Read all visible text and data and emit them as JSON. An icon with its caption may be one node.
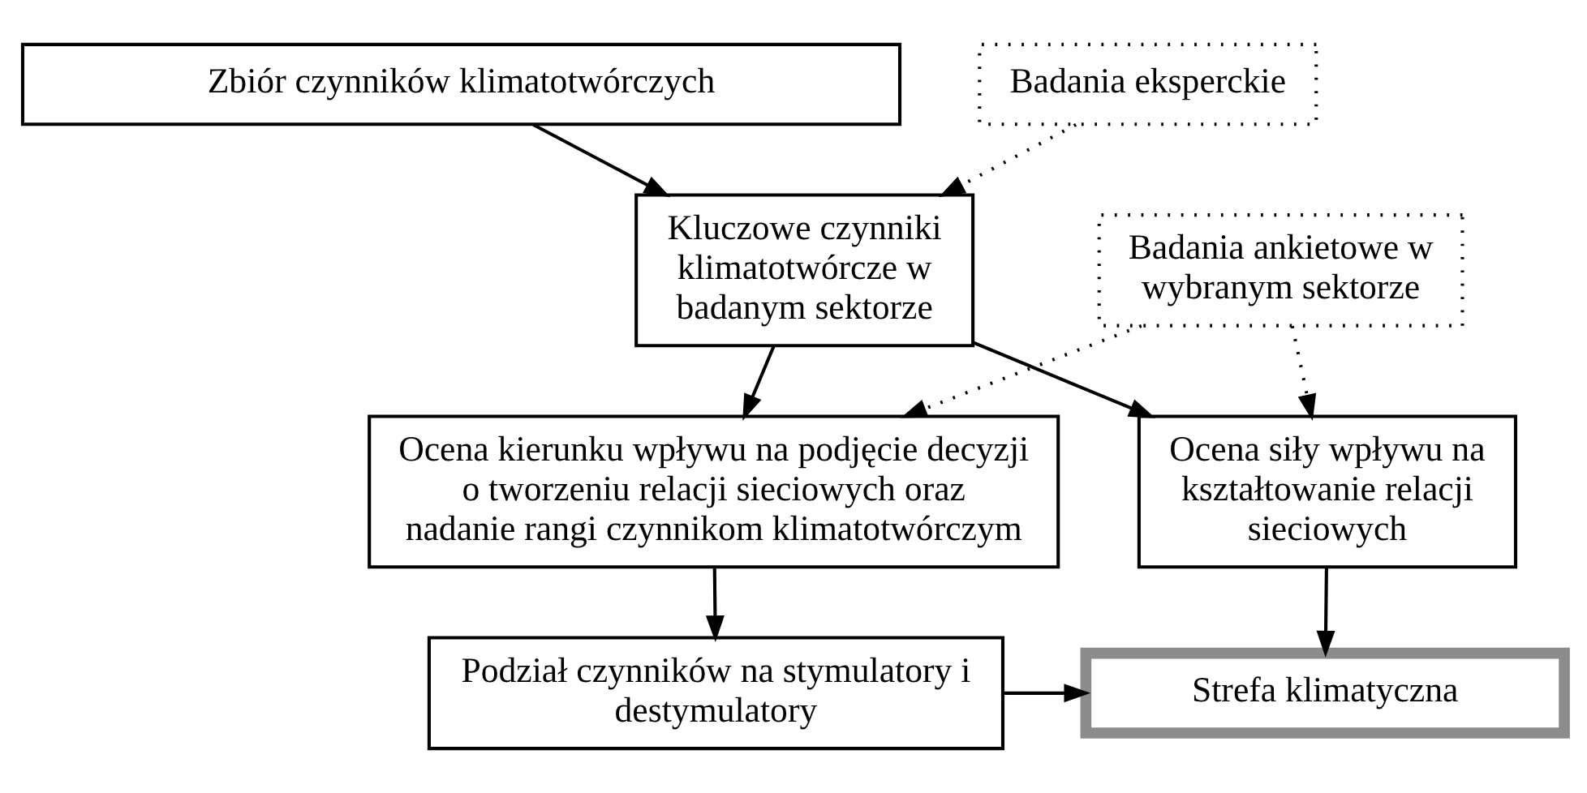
{
  "diagram": {
    "nodes": [
      {
        "text": [
          "Zbiór czynników klimatotwórczych"
        ]
      },
      {
        "text": [
          "Badania eksperckie"
        ]
      },
      {
        "text": [
          "Kluczowe czynniki klimatotwórcze w badanym sektorze"
        ]
      },
      {
        "text": [
          "Badania ankietowe w wybranym sektorze"
        ]
      },
      {
        "text": [
          "Ocena kierunku wpływu na podjęcie decyzji o tworzeniu relacji sieciowych oraz nadanie rangi czynnikom klimatotwórczym"
        ]
      },
      {
        "text": [
          "Ocena siły wpływu na kształtowanie relacji sieciowych"
        ]
      },
      {
        "text": [
          "Podział czynników na stymulatory i destymulatory"
        ]
      },
      {
        "text": [
          "Strefa klimatyczna"
        ]
      }
    ],
    "edges": [
      {
        "from": 0,
        "to": 2,
        "arrow": "to"
      },
      {
        "from": 1,
        "to": 2,
        "arrow": "to",
        "style": "dashed"
      },
      {
        "from": 2,
        "to": 4,
        "arrow": "to"
      },
      {
        "from": 3,
        "to": 4,
        "arrow": "to",
        "style": "dashed"
      },
      {
        "from": 2,
        "to": 5,
        "arrow": "to"
      },
      {
        "from": 3,
        "to": 5,
        "arrow": "to",
        "style": "dashed"
      },
      {
        "from": 4,
        "to": 6,
        "arrow": "to"
      },
      {
        "from": 5,
        "to": 7,
        "arrow": "to"
      },
      {
        "from": 6,
        "to": 7,
        "arrow": "to"
      }
    ]
  }
}
